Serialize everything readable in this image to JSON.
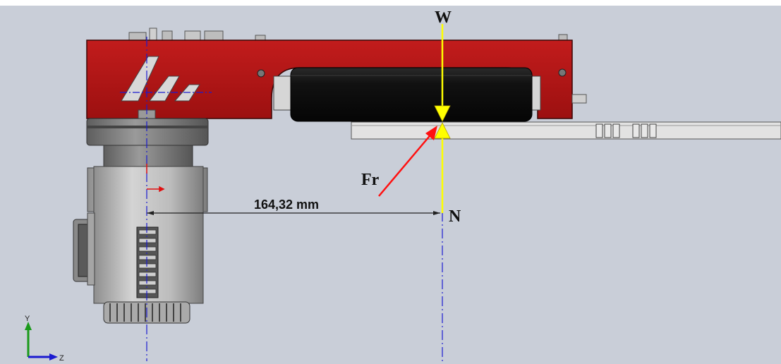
{
  "labels": {
    "weight_force": "W",
    "friction_force": "Fr",
    "normal_force": "N",
    "distance": "164,32 mm"
  },
  "triad": {
    "y_axis": "Y",
    "z_axis": "Z"
  },
  "colors": {
    "viewport_bg": "#c9ced8",
    "housing_red": "#b01515",
    "roller_black": "#141414",
    "force_yellow": "#ffff00",
    "friction_red": "#ff1010",
    "centerline_blue": "#1a1ad0",
    "motor_grey": "#b8b8b8"
  }
}
